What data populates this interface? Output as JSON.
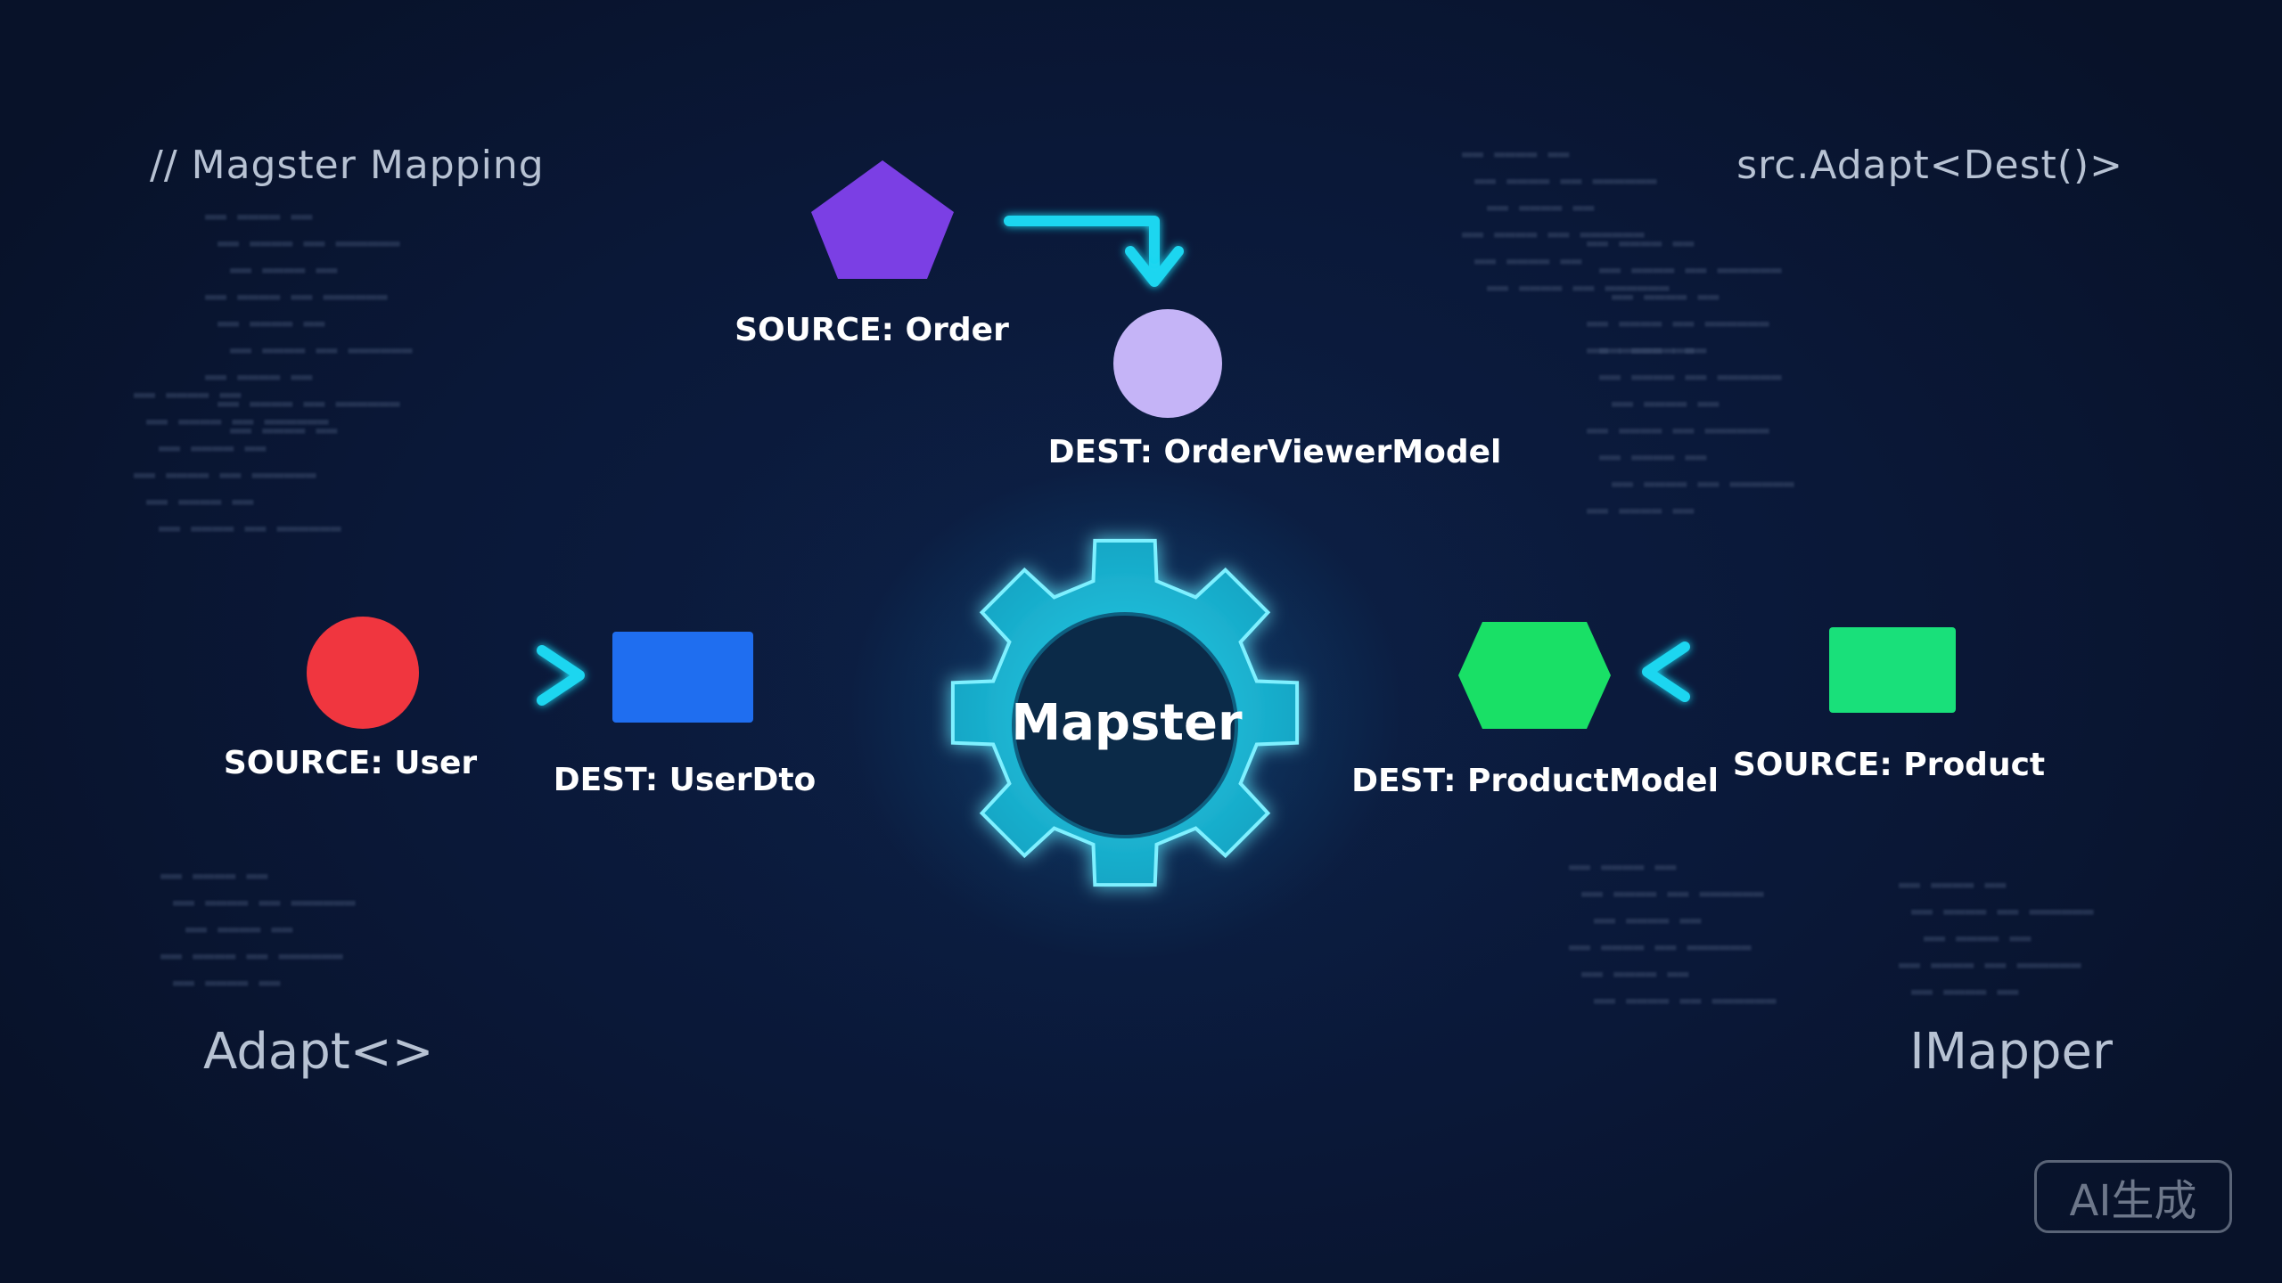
{
  "corners": {
    "top_left": "// Magster Mapping",
    "top_right": "src.Adapt<Dest()>",
    "bottom_left": "Adapt<>",
    "bottom_right": "IMapper"
  },
  "center": {
    "label": "Mapster",
    "icon": "gear-icon",
    "color": "#22c3e0"
  },
  "mappings": [
    {
      "id": "order",
      "source": {
        "label": "SOURCE: Order",
        "shape": "pentagon",
        "color": "#7b3fe4"
      },
      "dest": {
        "label": "DEST: OrderViewerModel",
        "shape": "circle",
        "color": "#c5b4f7"
      },
      "arrow": "elbow-right-down"
    },
    {
      "id": "user",
      "source": {
        "label": "SOURCE: User",
        "shape": "circle",
        "color": "#f0363f"
      },
      "dest": {
        "label": "DEST: UserDto",
        "shape": "rectangle",
        "color": "#1f6ef0"
      },
      "arrow": "right"
    },
    {
      "id": "product",
      "source": {
        "label": "SOURCE: Product",
        "shape": "rectangle",
        "color": "#19e07a"
      },
      "dest": {
        "label": "DEST: ProductModel",
        "shape": "hexagon",
        "color": "#19e066"
      },
      "arrow": "left"
    }
  ],
  "arrow_color": "#1fd6f0",
  "watermark": "AI生成"
}
